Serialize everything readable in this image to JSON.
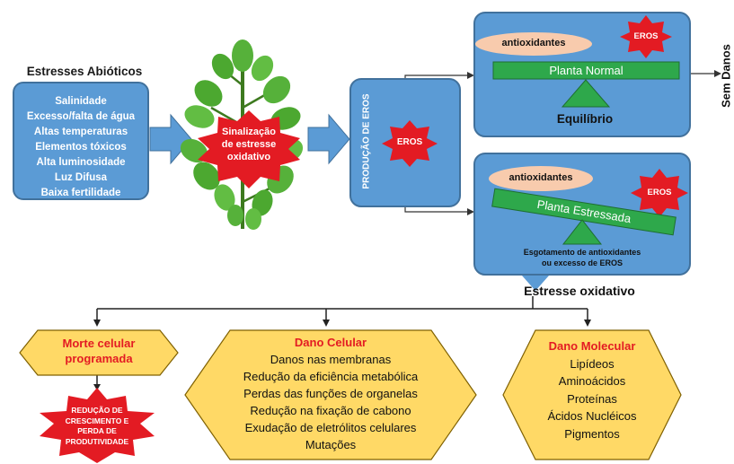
{
  "abiotic": {
    "title": "Estresses Abióticos",
    "items": [
      "Salinidade",
      "Excesso/falta de água",
      "Altas temperaturas",
      "Elementos tóxicos",
      "Alta luminosidade",
      "Luz Difusa",
      "Baixa fertilidade"
    ]
  },
  "signaling": {
    "lines": [
      "Sinalização",
      "de estresse",
      "oxidativo"
    ]
  },
  "production": {
    "label": "PRODUÇÃO DE EROS",
    "star_label": "EROS"
  },
  "normal_state": {
    "antioxidants": "antioxidantes",
    "eros": "EROS",
    "plant": "Planta Normal",
    "balance": "Equilíbrio",
    "outcome": "Sem Danos"
  },
  "stressed_state": {
    "antioxidants": "antioxidantes",
    "eros": "EROS",
    "plant": "Planta Estressada",
    "note": [
      "Esgotamento de antioxidantes",
      "ou excesso de EROS"
    ],
    "outcome": "Estresse oxidativo"
  },
  "death": {
    "title": [
      "Morte celular",
      "programada"
    ]
  },
  "cell_damage": {
    "title": "Dano Celular",
    "items": [
      "Danos nas membranas",
      "Redução da eficiência metabólica",
      "Perdas das funções de organelas",
      "Redução na fixação de cabono",
      "Exudação de eletrólitos celulares",
      "Mutações"
    ]
  },
  "molecular_damage": {
    "title": "Dano Molecular",
    "items": [
      "Lipídeos",
      "Aminoácidos",
      "Proteínas",
      "Ácidos Nucléicos",
      "Pigmentos"
    ]
  },
  "growth": {
    "lines": [
      "REDUÇÃO DE",
      "CRESCIMENTO E",
      "PERDA DE",
      "PRODUTIVIDADE"
    ]
  },
  "colors": {
    "box_blue": "#5b9bd5",
    "arrow_blue": "#5b9bd5",
    "star_red": "#e31b23",
    "hex_yellow": "#ffd966",
    "plant_green": "#2ea84b",
    "antiox_peach": "#f8cbad"
  }
}
